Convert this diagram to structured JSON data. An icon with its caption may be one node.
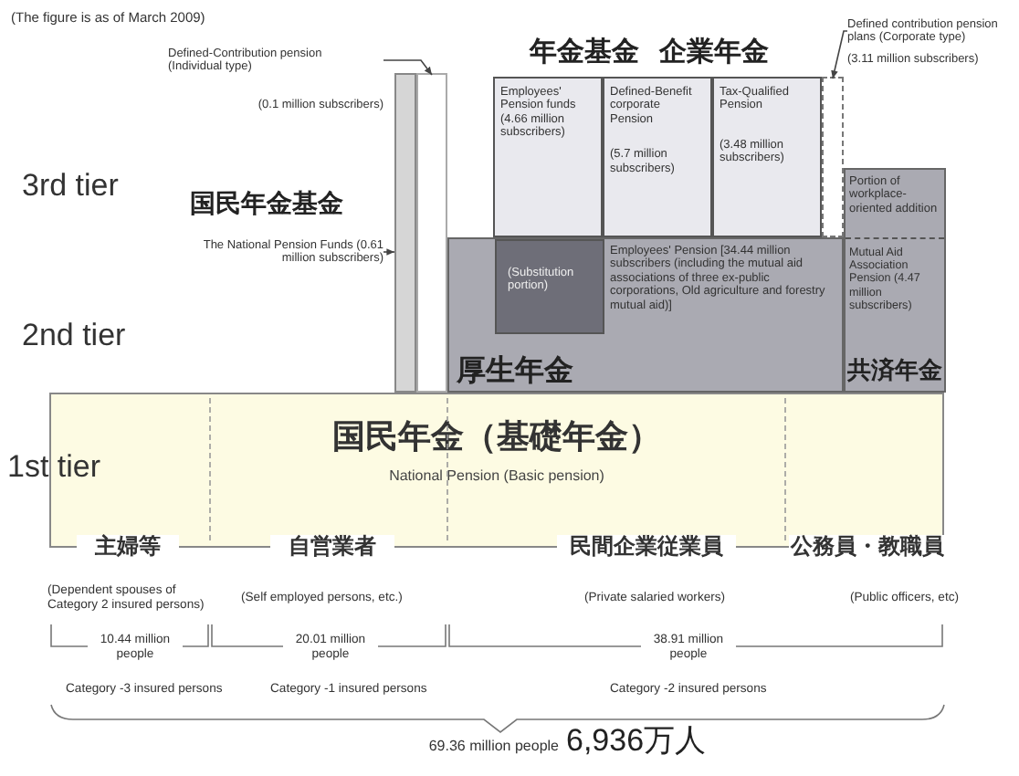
{
  "diagram": {
    "nodes": [
      {
        "text": [
          "国民年金（基礎年金）",
          "National Pension (Basic pension)"
        ]
      },
      {
        "text": [],
        "shape": "bar"
      },
      {
        "text": [
          "The National Pension Funds (0.61 million subscribers)"
        ]
      },
      {
        "text": [],
        "shape": "box"
      },
      {
        "text": [
          "Defined-Contribution pension (Individual type)",
          "(0.1 million subscribers)"
        ]
      },
      {
        "text": [
          "Employees' Pension [34.44 million subscribers (including the mutual aid associations of three ex-public corporations, Old agriculture and forestry mutual aid)]",
          "厚生年金"
        ]
      },
      {
        "text": [
          "(Substitution portion)"
        ],
        "in": 5
      },
      {
        "text": [
          "Employees' Pension funds (4.66 million subscribers)"
        ]
      },
      {
        "text": [
          "Defined-Benefit corporate Pension",
          "(5.7 million subscribers)"
        ]
      },
      {
        "text": [
          "Tax-Qualified Pension",
          "(3.48 million subscribers)"
        ]
      },
      {
        "text": [],
        "shape": "box"
      },
      {
        "text": [
          "Defined contribution pension plans (Corporate type)",
          "(3.11 million subscribers)"
        ]
      },
      {
        "text": [
          "Mutual Aid Association Pension (4.47 million subscribers)",
          "共済年金"
        ]
      },
      {
        "text": [
          "Portion of workplace-oriented addition"
        ],
        "in": 12
      }
    ],
    "edges": [
      {
        "from": 2,
        "to": 1,
        "arrow": "to"
      },
      {
        "from": 4,
        "to": 3,
        "arrow": "to"
      },
      {
        "from": 11,
        "to": 10,
        "arrow": "to"
      }
    ],
    "labels": [
      "(The figure is as of March 2009)",
      "年金基金 企業年金",
      "3rd tier",
      "国民年金基金",
      "2nd tier",
      "1st tier",
      "主婦等",
      "自営業者",
      "民間企業従業員",
      "公務員・教職員",
      "(Dependent spouses of Category 2 insured persons)",
      "(Self employed persons, etc.)",
      "(Private salaried workers)",
      "(Public officers, etc)",
      "10.44 million people",
      "20.01 million people",
      "38.91 million people",
      "Category -3 insured persons",
      "Category -1 insured persons",
      "Category -2 insured persons",
      "69.36 million people",
      "6,936万人"
    ]
  }
}
